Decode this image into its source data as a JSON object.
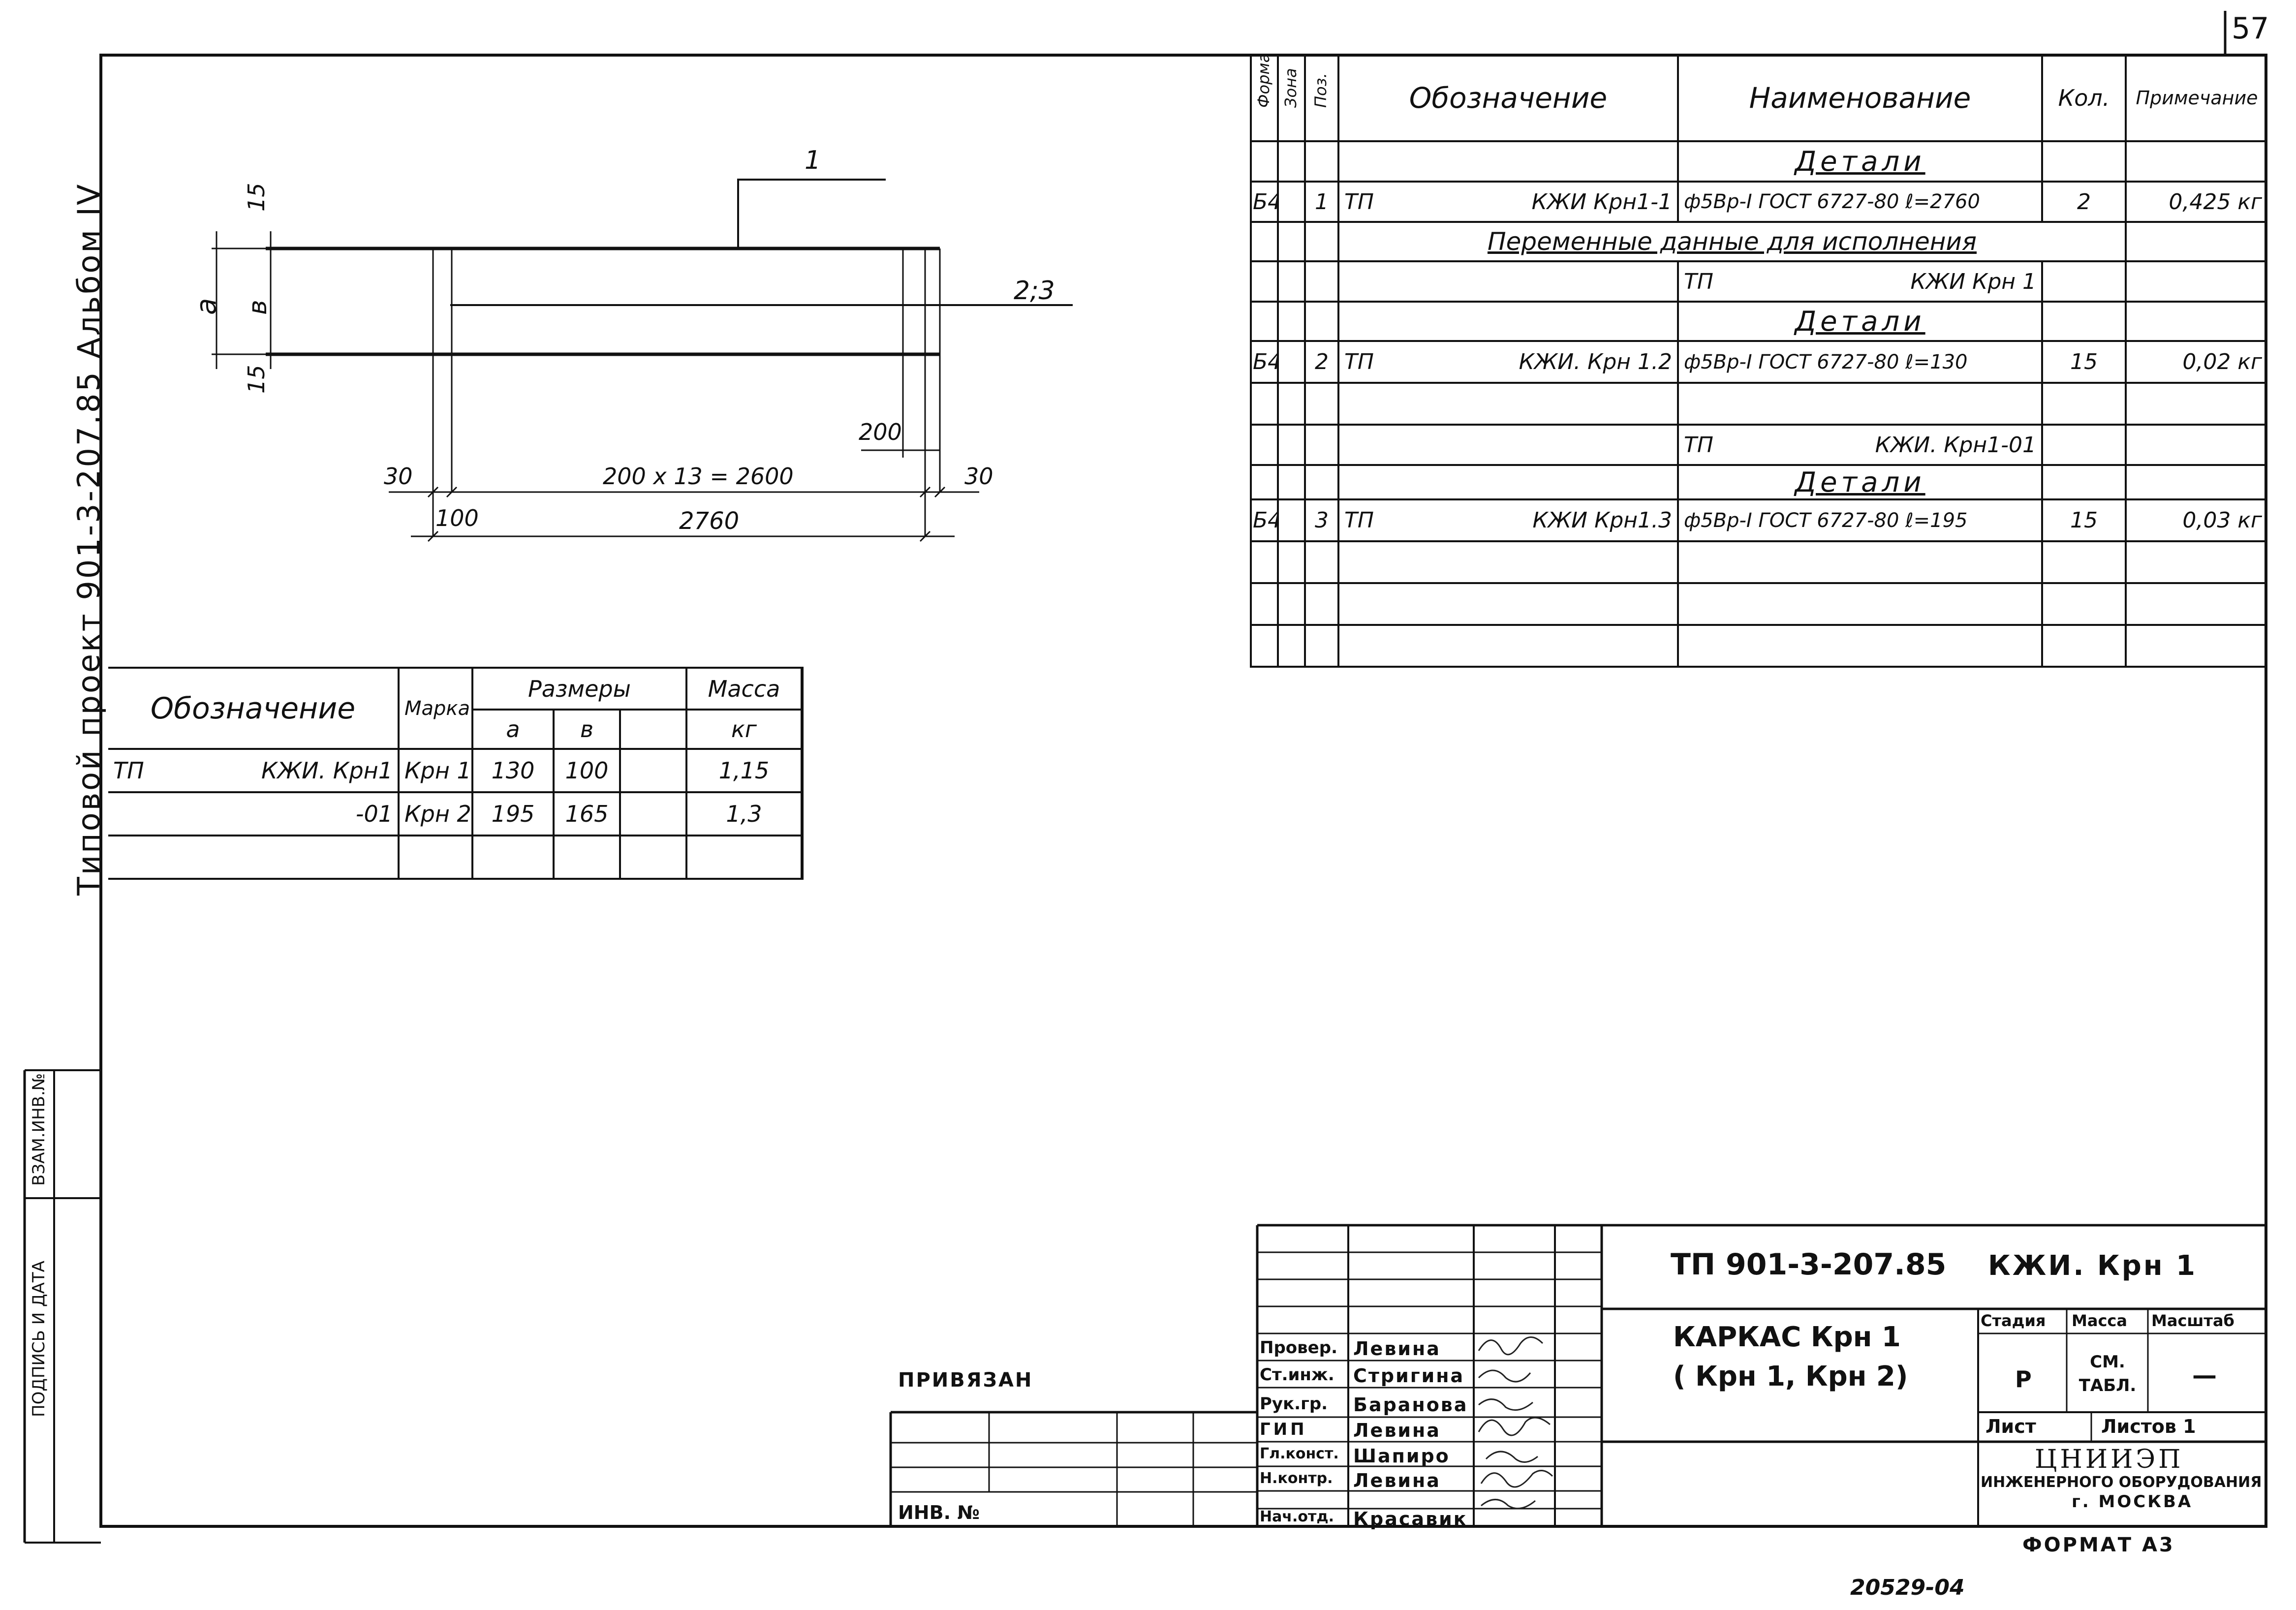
{
  "page_number": "57",
  "side_text": {
    "project": "Типовой проект 901-3-207.85 Альбом IV",
    "stamp_col1": "ПОДПИСЬ И ДАТА",
    "stamp_col2": "ВЗАМ.ИНВ.№"
  },
  "drawing": {
    "dim_15_top": "15",
    "dim_15_bottom": "15",
    "dim_a": "a",
    "dim_b": "в",
    "callout_1": "1",
    "callout_23": "2;3",
    "dim_200": "200",
    "dim_30_left": "30",
    "dim_30_right": "30",
    "dim_span": "200 x 13 = 2600",
    "dim_100": "100",
    "dim_total": "2760"
  },
  "size_table": {
    "headers": {
      "designation": "Обозначение",
      "mark": "Марка",
      "sizes": "Размеры",
      "a": "a",
      "b": "в",
      "mass": "Масса",
      "mass_unit": "кг"
    },
    "rows": [
      {
        "prefix": "ТП",
        "designation": "КЖИ. Крн1",
        "mark": "Крн 1",
        "a": "130",
        "b": "100",
        "mass": "1,15"
      },
      {
        "prefix": "",
        "designation": "-01",
        "mark": "Крн 2",
        "a": "195",
        "b": "165",
        "mass": "1,3"
      }
    ]
  },
  "spec_table": {
    "headers": {
      "format": "Формат",
      "zone": "Зона",
      "pos": "Поз.",
      "designation": "Обозначение",
      "name": "Наименование",
      "qty": "Кол.",
      "note": "Примечание"
    },
    "section_details_1": "Детали",
    "row1": {
      "format": "Б4",
      "pos": "1",
      "prefix": "ТП",
      "designation": "КЖИ Крн1-1",
      "name": "ф5Вр-I ГОСТ 6727-80  ℓ=2760",
      "qty": "2",
      "note": "0,425 кг"
    },
    "variable_data": "Переменные данные для исполнения",
    "exec1": {
      "prefix": "ТП",
      "designation": "КЖИ Крн 1"
    },
    "section_details_2": "Детали",
    "row2": {
      "format": "Б4",
      "pos": "2",
      "prefix": "ТП",
      "designation": "КЖИ. Крн 1.2",
      "name": "ф5Вр-I ГОСТ 6727-80  ℓ=130",
      "qty": "15",
      "note": "0,02 кг"
    },
    "exec2": {
      "prefix": "ТП",
      "designation": "КЖИ. Крн1-01"
    },
    "section_details_3": "Детали",
    "row3": {
      "format": "Б4",
      "pos": "3",
      "prefix": "ТП",
      "designation": "КЖИ Крн1.3",
      "name": "ф5Вр-I ГОСТ 6727-80  ℓ=195",
      "qty": "15",
      "note": "0,03 кг"
    }
  },
  "title_block": {
    "project_code": "ТП 901-3-207.85",
    "sheet_code": "КЖИ. Крн 1",
    "title_line1": "КАРКАС Крн 1",
    "title_line2": "( Крн 1,  Крн 2)",
    "stage_label": "Стадия",
    "mass_label": "Масса",
    "scale_label": "Масштаб",
    "stage": "Р",
    "mass": "СМ. ТАБЛ.",
    "scale": "—",
    "sheet_label": "Лист",
    "sheets_label": "Листов 1",
    "org_name": "ЦНИИЭП",
    "org_line2": "ИНЖЕНЕРНОГО ОБОРУДОВАНИЯ",
    "org_line3": "г. МОСКВА",
    "attached": "ПРИВЯЗАН",
    "inv": "ИНВ. №",
    "format": "ФОРМАТ А3",
    "signatures": [
      {
        "role": "Провер.",
        "name": "Левина"
      },
      {
        "role": "Ст.инж.",
        "name": "Стригина"
      },
      {
        "role": "Рук.гр.",
        "name": "Баранова"
      },
      {
        "role": "ГИП",
        "name": "Левина"
      },
      {
        "role": "Гл.конст.",
        "name": "Шапиро"
      },
      {
        "role": "Н.контр.",
        "name": "Левина"
      },
      {
        "role": "Нач.отд.",
        "name": "Красавик"
      }
    ]
  },
  "bottom_code": "20529-04"
}
